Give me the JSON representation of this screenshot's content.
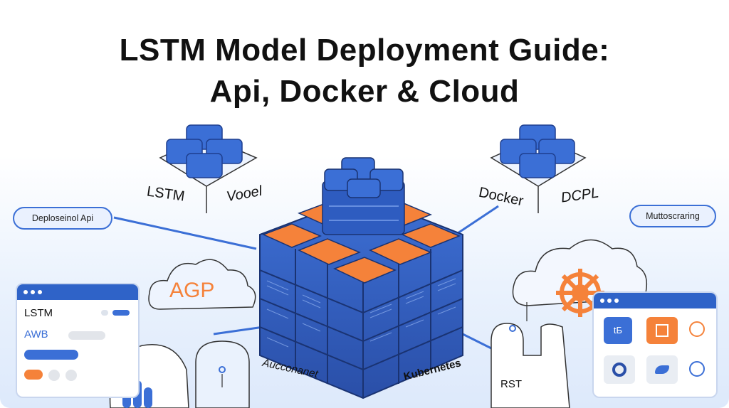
{
  "title": {
    "line1": "LSTM Model Deployment Guide:",
    "line2": "Api, Docker & Cloud"
  },
  "pills": {
    "left": "Deploseinol Api",
    "right": "Muttoscraring"
  },
  "labels": {
    "lstm": "LSTM",
    "vooel": "Vooel",
    "docker": "Docker",
    "dcpl": "DCPL",
    "agp": "AGP",
    "aucconanet": "Aucconanet",
    "kubernetes": "Kubernetes",
    "rst": "RST"
  },
  "left_window": {
    "row1": "LSTM",
    "row2": "AWB"
  },
  "right_window": {
    "tile1": "tБ"
  },
  "colors": {
    "primary_blue": "#3b6fd6",
    "dark_blue": "#2a4fa8",
    "orange": "#f5823a",
    "window_bar": "#2f63c8"
  },
  "icons": {
    "agp_cloud": "cloud-icon",
    "helm": "helm-wheel-icon",
    "hand": "pointing-hand-icon",
    "mouse": "mouse-icon"
  }
}
